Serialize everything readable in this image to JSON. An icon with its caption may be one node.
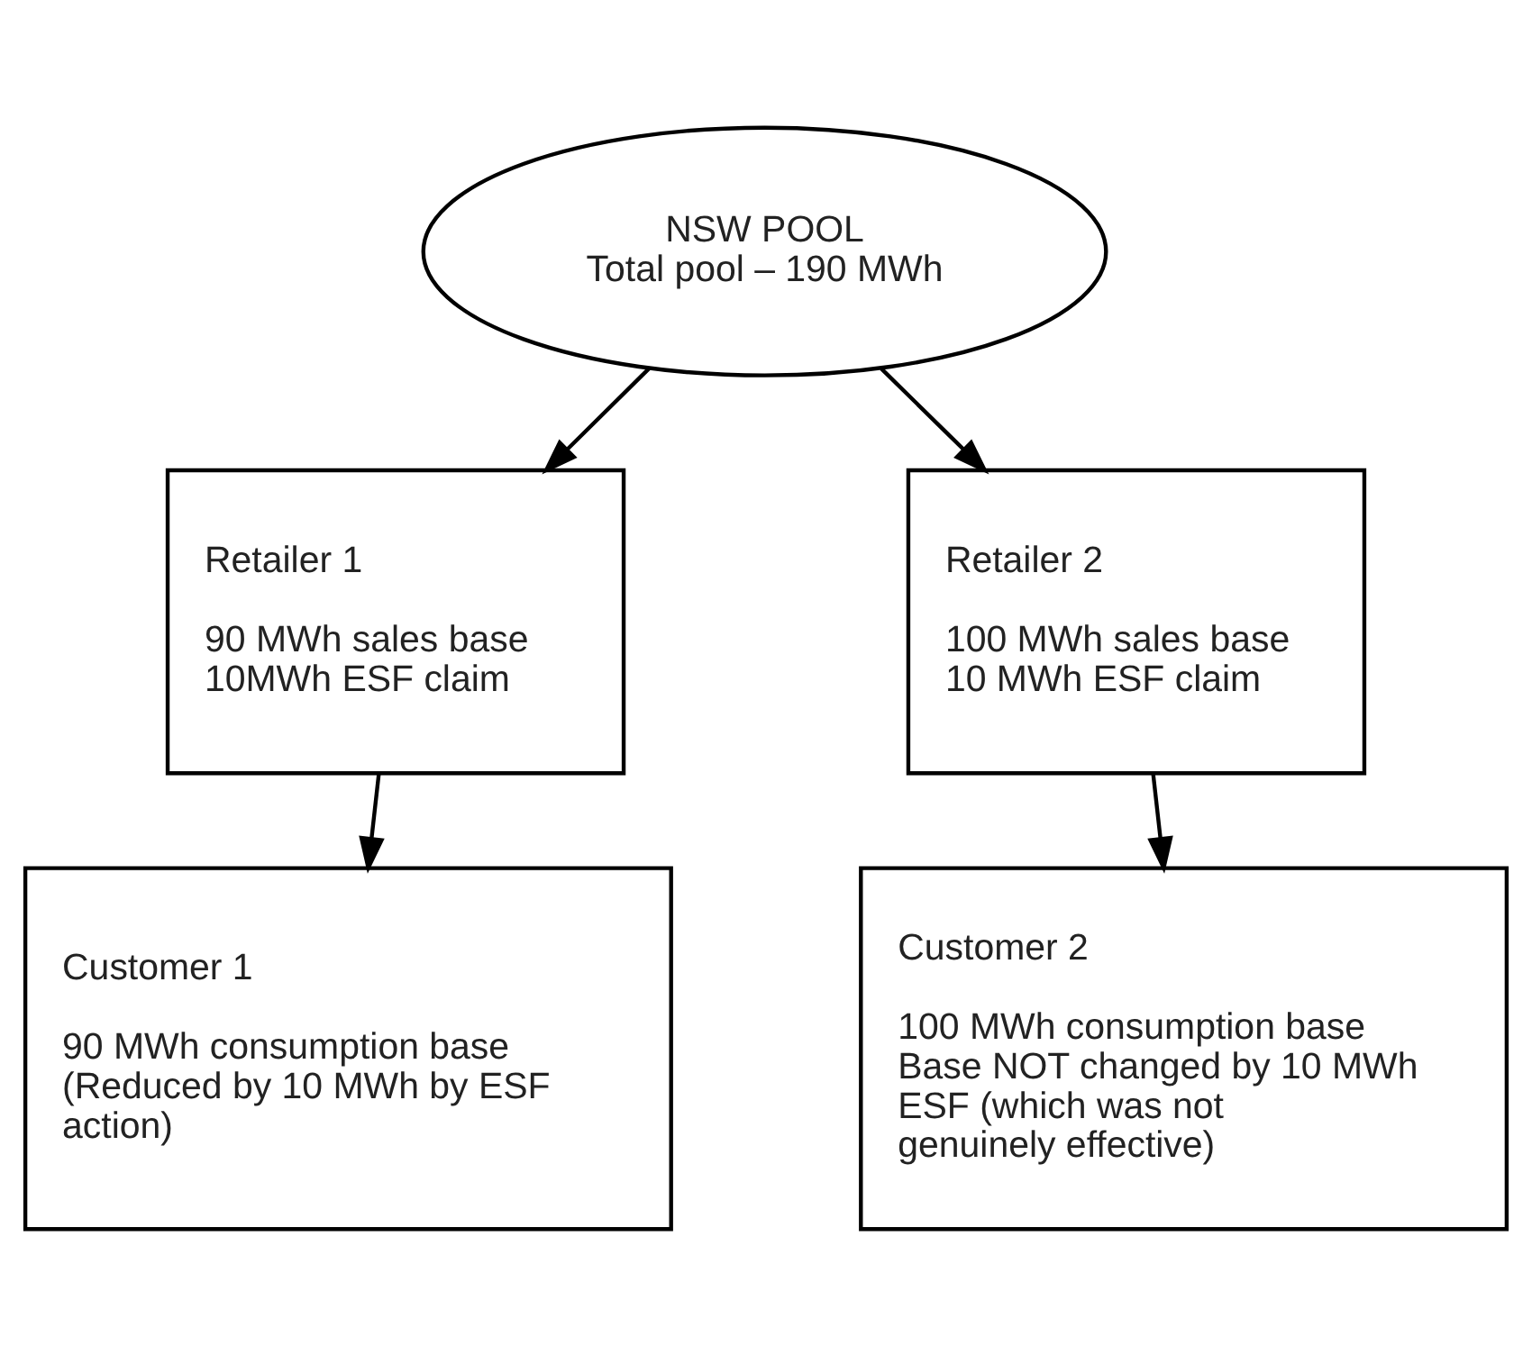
{
  "diagram": {
    "nodes": [
      {
        "text": [
          "NSW POOL",
          "Total pool – 190 MWh"
        ]
      },
      {
        "text": [
          "Retailer 1",
          "90 MWh sales base",
          "10MWh ESF claim"
        ]
      },
      {
        "text": [
          "Retailer 2",
          "100 MWh sales base",
          "10 MWh ESF claim"
        ]
      },
      {
        "text": [
          "Customer 1",
          "90 MWh consumption base",
          "(Reduced by 10 MWh by ESF action)"
        ]
      },
      {
        "text": [
          "Customer 2",
          "100 MWh consumption base",
          "Base NOT changed by 10 MWh ESF (which was not genuinely effective)"
        ]
      }
    ],
    "edges": [
      {
        "from": 0,
        "to": 1,
        "arrow": "to"
      },
      {
        "from": 0,
        "to": 2,
        "arrow": "to"
      },
      {
        "from": 1,
        "to": 3,
        "arrow": "to"
      },
      {
        "from": 2,
        "to": 4,
        "arrow": "to"
      }
    ]
  }
}
